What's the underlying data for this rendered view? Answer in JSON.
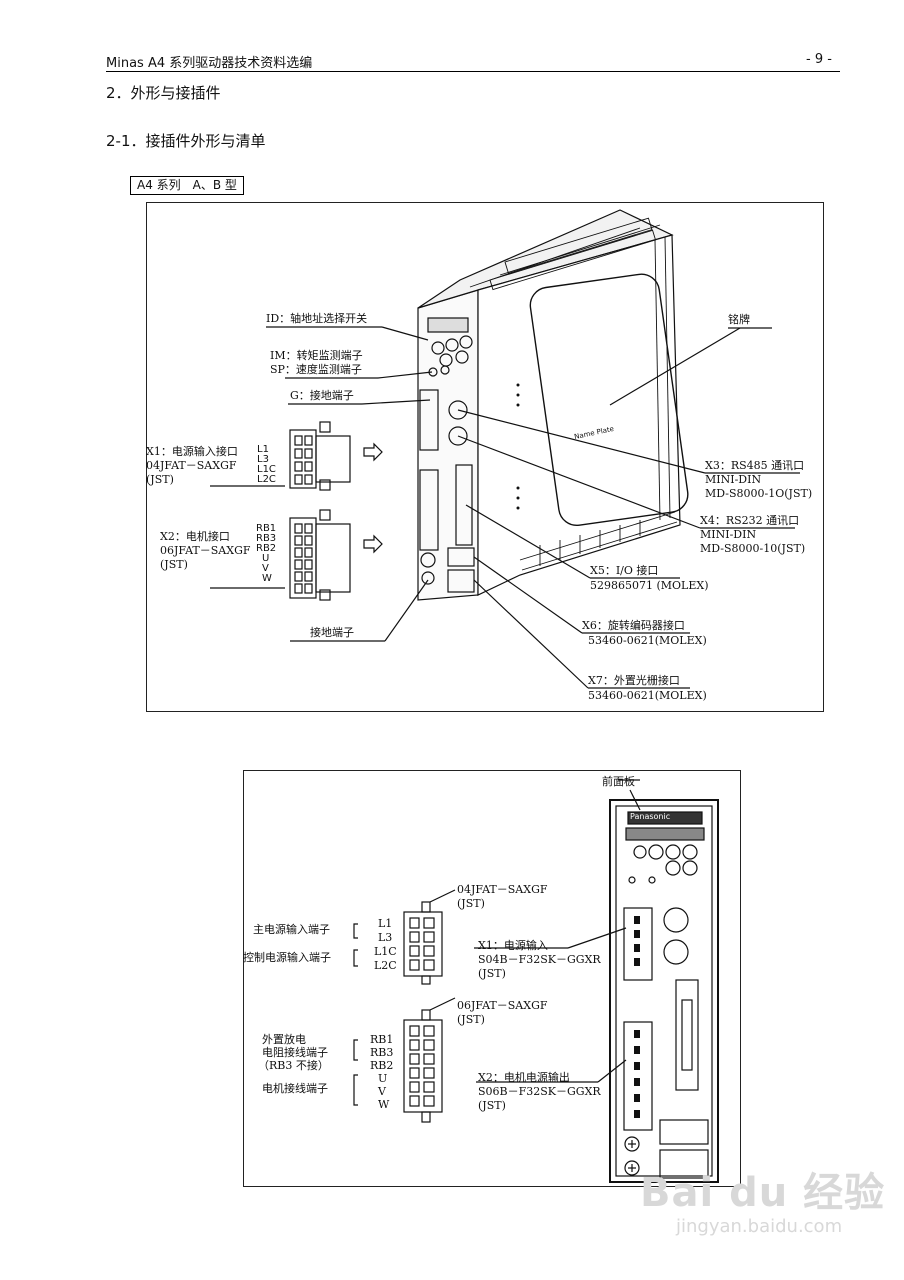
{
  "header": {
    "title": "Minas A4 系列驱动器技术资料选编",
    "page": "- 9 -"
  },
  "sections": {
    "s2": "2．外形与接插件",
    "s21": "2-1．接插件外形与清单"
  },
  "tag": "A4 系列　A、B 型",
  "fig1": {
    "id_label": "ID：轴地址选择开关",
    "im_label": "IM：转矩监测端子",
    "sp_label": "SP：速度监测端子",
    "g_label": "G：接地端子",
    "nameplate": "铭牌",
    "plate_text": "Name Plate",
    "x1": {
      "title": "X1：电源输入接口",
      "part": "04JFAT－SAXGF",
      "maker": "(JST)",
      "pins": [
        "L1",
        "L3",
        "L1C",
        "L2C"
      ]
    },
    "x2": {
      "title": "X2：电机接口",
      "part": "06JFAT－SAXGF",
      "maker": "(JST)",
      "pins": [
        "RB1",
        "RB3",
        "RB2",
        "U",
        "V",
        "W"
      ]
    },
    "x3": {
      "title": "X3：RS485 通讯口",
      "l2": "MINI-DIN",
      "l3": "MD-S8000-1O(JST)"
    },
    "x4": {
      "title": "X4：RS232 通讯口",
      "l2": "MINI-DIN",
      "l3": "MD-S8000-10(JST)"
    },
    "x5": {
      "title": "X5：I/O 接口",
      "part": "529865071 (MOLEX)"
    },
    "x6": {
      "title": "X6：旋转编码器接口",
      "part": "53460-0621(MOLEX)"
    },
    "x7": {
      "title": "X7：外置光栅接口",
      "part": "53460-0621(MOLEX)"
    },
    "gnd": "接地端子"
  },
  "fig2": {
    "front_panel": "前面板",
    "brand": "Panasonic",
    "conn1": {
      "part": "04JFAT－SAXGF",
      "maker": "(JST)"
    },
    "conn2": {
      "part": "06JFAT－SAXGF",
      "maker": "(JST)"
    },
    "main_power": "主电源输入端子",
    "ctrl_power": "控制电源输入端子",
    "pins1": [
      "L1",
      "L3",
      "L1C",
      "L2C"
    ],
    "ext_res": [
      "外置放电",
      "电阻接线端子",
      "（RB3 不接）"
    ],
    "motor_term": "电机接线端子",
    "pins2": [
      "RB1",
      "RB3",
      "RB2",
      "U",
      "V",
      "W"
    ],
    "x1": {
      "title": "X1：电源输入",
      "part": "S04B－F32SK－GGXR",
      "maker": "(JST)"
    },
    "x2": {
      "title": "X2：电机电源输出",
      "part": "S06B－F32SK－GGXR",
      "maker": "(JST)"
    }
  },
  "watermark": {
    "brand": "Bai du 经验",
    "url": "jingyan.baidu.com"
  }
}
